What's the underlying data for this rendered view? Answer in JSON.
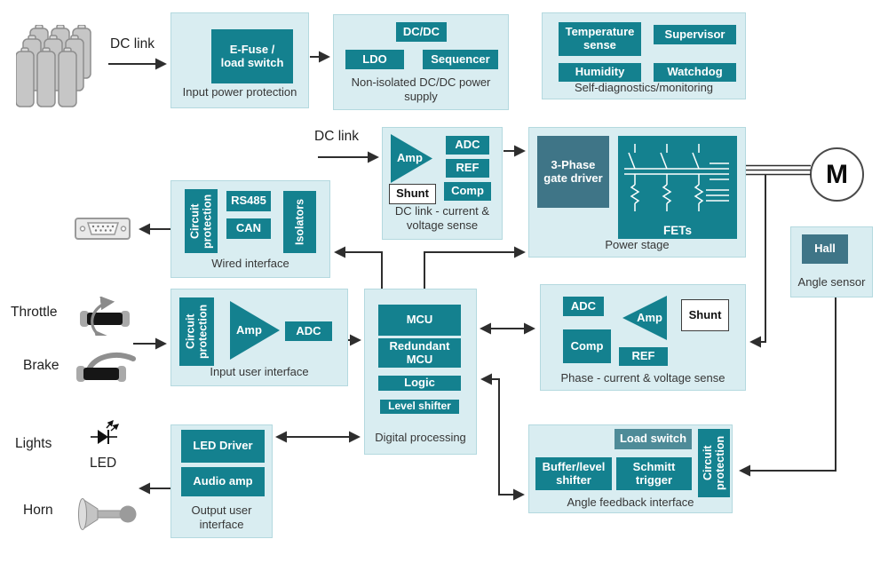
{
  "colors": {
    "accent_teal": "#14818f",
    "accent_teal_muted": "#3f7587",
    "accent_teal_light": "#4e8b98",
    "panel_fill": "#d9edf1",
    "panel_border": "#b4d9df",
    "arrow": "#2e2e2e"
  },
  "labels": {
    "dc_link_top": "DC link",
    "dc_link_mid": "DC link",
    "throttle": "Throttle",
    "brake": "Brake",
    "lights": "Lights",
    "led": "LED",
    "horn": "Horn",
    "motor": "M"
  },
  "groups": {
    "input_power": {
      "efuse": "E-Fuse /\nload switch",
      "caption": "Input power protection"
    },
    "dcdc": {
      "dcdc": "DC/DC",
      "ldo": "LDO",
      "sequencer": "Sequencer",
      "caption": "Non-isolated DC/DC power\nsupply"
    },
    "diagnostics": {
      "temp": "Temperature\nsense",
      "supervisor": "Supervisor",
      "humidity": "Humidity",
      "watchdog": "Watchdog",
      "caption": "Self-diagnostics/monitoring"
    },
    "dclink_sense": {
      "amp": "Amp",
      "adc": "ADC",
      "ref": "REF",
      "comp": "Comp",
      "shunt": "Shunt",
      "caption": "DC link - current &\nvoltage sense"
    },
    "power_stage": {
      "gate_driver": "3-Phase\ngate driver",
      "fets": "FETs",
      "caption": "Power stage"
    },
    "wired": {
      "circuit_protection": "Circuit\nprotection",
      "rs485": "RS485",
      "can": "CAN",
      "isolators": "Isolators",
      "caption": "Wired interface"
    },
    "input_ui": {
      "circuit_protection": "Circuit\nprotection",
      "amp": "Amp",
      "adc": "ADC",
      "caption": "Input user interface"
    },
    "digital": {
      "mcu": "MCU",
      "redundant_mcu": "Redundant\nMCU",
      "logic": "Logic",
      "level_shifter": "Level shifter",
      "caption": "Digital processing"
    },
    "phase_sense": {
      "adc": "ADC",
      "comp": "Comp",
      "amp": "Amp",
      "ref": "REF",
      "shunt": "Shunt",
      "caption": "Phase - current & voltage sense"
    },
    "angle_sensor": {
      "hall": "Hall",
      "caption": "Angle sensor"
    },
    "output_ui": {
      "led_driver": "LED Driver",
      "audio_amp": "Audio amp",
      "caption": "Output user\ninterface"
    },
    "angle_feedback": {
      "load_switch": "Load switch",
      "buffer": "Buffer/level\nshifter",
      "schmitt": "Schmitt\ntrigger",
      "circuit_protection": "Circuit\nprotection",
      "caption": "Angle feedback interface"
    }
  }
}
